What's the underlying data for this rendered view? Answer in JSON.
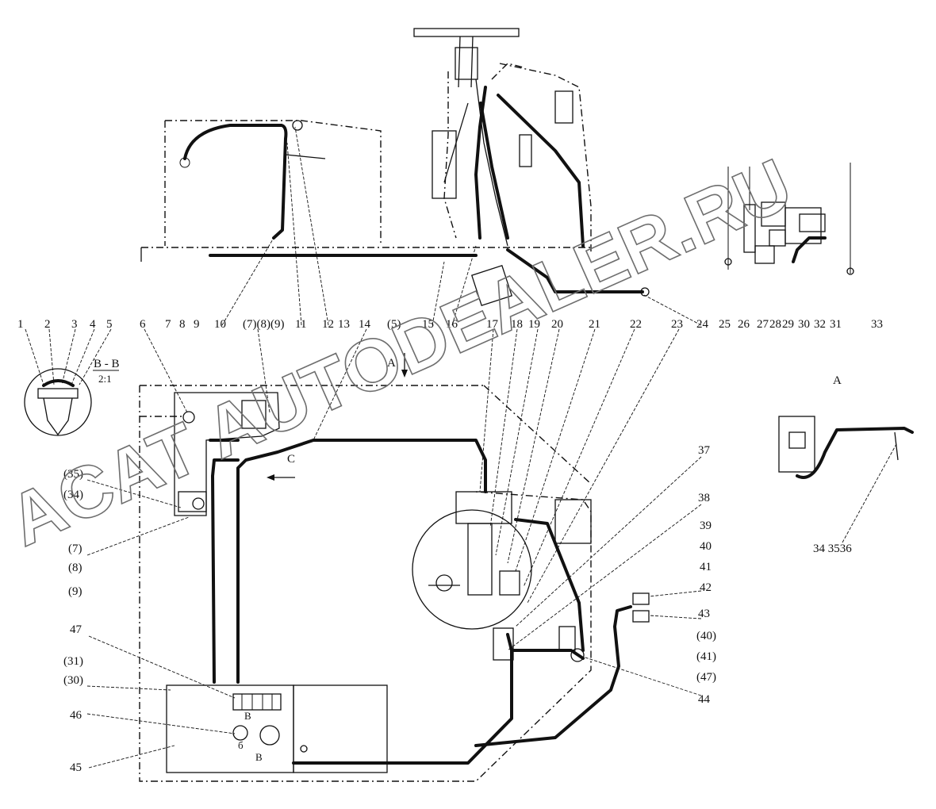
{
  "watermark": "ACAT AUTODEALER.RU",
  "section_label": "B - B",
  "section_scale": "2:1",
  "view_label_top": "A",
  "view_label_right": "A",
  "arrow_label_c": "C",
  "callouts_top": [
    {
      "id": "c1",
      "text": "1"
    },
    {
      "id": "c2",
      "text": "2"
    },
    {
      "id": "c3",
      "text": "3"
    },
    {
      "id": "c4",
      "text": "4"
    },
    {
      "id": "c5",
      "text": "5"
    },
    {
      "id": "c6",
      "text": "6"
    },
    {
      "id": "c7",
      "text": "7"
    },
    {
      "id": "c8",
      "text": "8"
    },
    {
      "id": "c9",
      "text": "9"
    },
    {
      "id": "c10",
      "text": "10"
    },
    {
      "id": "c7b",
      "text": "(7)(8)(9)"
    },
    {
      "id": "c11",
      "text": "11"
    },
    {
      "id": "c12",
      "text": "12"
    },
    {
      "id": "c13",
      "text": "13"
    },
    {
      "id": "c14",
      "text": "14"
    },
    {
      "id": "c5b",
      "text": "(5)"
    },
    {
      "id": "c15",
      "text": "15"
    },
    {
      "id": "c16",
      "text": "16"
    },
    {
      "id": "c17",
      "text": "17"
    },
    {
      "id": "c18",
      "text": "18"
    },
    {
      "id": "c19",
      "text": "19"
    },
    {
      "id": "c20",
      "text": "20"
    },
    {
      "id": "c21",
      "text": "21"
    },
    {
      "id": "c22",
      "text": "22"
    },
    {
      "id": "c23",
      "text": "23"
    },
    {
      "id": "c24",
      "text": "24"
    },
    {
      "id": "c25",
      "text": "25"
    },
    {
      "id": "c26",
      "text": "26"
    },
    {
      "id": "c27",
      "text": "27"
    },
    {
      "id": "c28",
      "text": "28"
    },
    {
      "id": "c29",
      "text": "29"
    },
    {
      "id": "c30",
      "text": "30"
    },
    {
      "id": "c32",
      "text": "32"
    },
    {
      "id": "c31",
      "text": "31"
    },
    {
      "id": "c33",
      "text": "33"
    }
  ],
  "callouts_side": [
    {
      "id": "s35",
      "text": "(35)"
    },
    {
      "id": "s34",
      "text": "(34)"
    },
    {
      "id": "s7",
      "text": "(7)"
    },
    {
      "id": "s8",
      "text": "(8)"
    },
    {
      "id": "s9",
      "text": "(9)"
    },
    {
      "id": "s47",
      "text": "47"
    },
    {
      "id": "s31",
      "text": "(31)"
    },
    {
      "id": "s30",
      "text": "(30)"
    },
    {
      "id": "s46",
      "text": "46"
    },
    {
      "id": "s45",
      "text": "45"
    },
    {
      "id": "s37",
      "text": "37"
    },
    {
      "id": "s38",
      "text": "38"
    },
    {
      "id": "s39",
      "text": "39"
    },
    {
      "id": "s40",
      "text": "40"
    },
    {
      "id": "s41",
      "text": "41"
    },
    {
      "id": "s42",
      "text": "42"
    },
    {
      "id": "s43",
      "text": "43"
    },
    {
      "id": "s40b",
      "text": "(40)"
    },
    {
      "id": "s41b",
      "text": "(41)"
    },
    {
      "id": "s47b",
      "text": "(47)"
    },
    {
      "id": "s44",
      "text": "44"
    },
    {
      "id": "s343536",
      "text": "34 3536"
    }
  ],
  "panel_marks": {
    "b1": "B",
    "b2": "B",
    "small": "б"
  }
}
